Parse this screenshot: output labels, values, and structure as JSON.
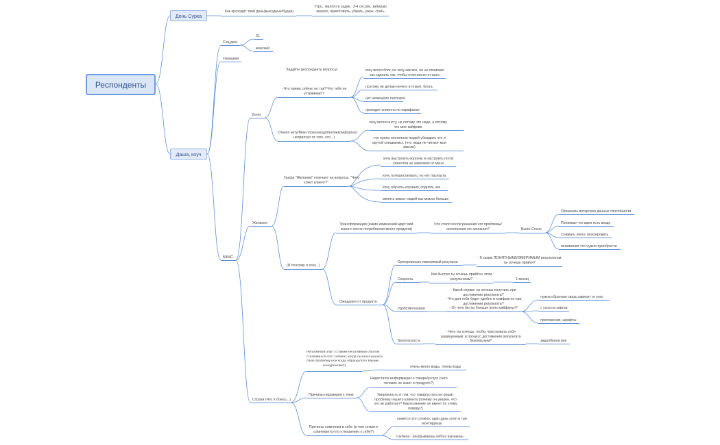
{
  "root": "Респонденты",
  "main": {
    "den_surka": "День Сурка",
    "dasha": "Даша, коуч"
  },
  "den_surka": {
    "q": "Как проходит твой день(выходные/будни)",
    "a": "Утро,  малого в садик,  3-4 сессии, забираю\nмалого, приготовить, убрать, ужин, спать"
  },
  "dasha": {
    "socdem": "Соц.дем",
    "age": "31",
    "gender": "женский",
    "country": "Германия",
    "bjks": "БЖКС"
  },
  "bjks": {
    "boli": "Боли",
    "zhelaniya": "Желания",
    "strahi": "Страхи (Что я боюсь...)"
  },
  "boli": {
    "prompt": "Задайте респонденту вопросы:",
    "q1": "- Что прямо сейчас не так? Что тебя не\nустраивает?",
    "q1_answers": [
      "хочу вести блог, не хочу как все, но не понимаю\nкак сделать так, чтобы отличаться от всех",
      "поэтому не делаю ничего в плане, блога",
      "нет немецкого паспорта",
      "приходят клиенты по сарафанке"
    ],
    "q2": "О'меня нету/Мне плохо/неудобно/некомфортно/\nнеприятно от того, что...)",
    "q2_answers": [
      "хочу вести инсту, не потому что надо, а потому\nчто мне кайфово",
      "что нужно постоянно людей убеждать что я\nкрутой специалист. (что люди не читают мои\nмысли)"
    ]
  },
  "zhelaniya": {
    "grafa": "Графа \"Желания\" отвечает на вопросы: \"Чего\nхочет клиент?\"",
    "grafa_answers": [
      "хочу выстроить воронку и настроить поток\nклиентов не зависимо от меня",
      "хочу путешествовать, но нет паспорта",
      "хочу обучать коучингу, поднять чек",
      "менять жизни людей как можно больше"
    ],
    "potomu": "(И поэтому я хочу...)",
    "transformation": "Трансформация (какие изменений ждет мой\nклиент после потребления моего продукта)",
    "chto_stalo": "Что стало после решения его проблемы/\nисполнения его желания?",
    "bylo_stalo": "Было-Стало",
    "bylo_stalo_items": [
      "Прокачать ветерская данные способности",
      "Понимаю что идеи есть везде",
      "Снимать легко, монтировать",
      "понимание что нужно приобрести"
    ],
    "ozhidaniya": "Ожидания от продукта",
    "criteria": "Критериально-измеримый результат",
    "criteria_q": "- К каким ПОНЯТНЫМ/ИЗМЕРИМЫМ результатам\nты хочешь прийти?",
    "speed": "Скорость",
    "speed_q": "Как быстро ты хочешь прийти к этим\nрезультатам?",
    "speed_a": "1 месяц",
    "convenience": "Удобство/сервис",
    "convenience_q": "- Какой сервис ты хочешь получить при\nдостижении результата?\n- Что для тебя будет удобно и комфортно при\nдостижении результата?\n- От чего бы ты больше всего кайфанул?",
    "convenience_answers": [
      "нужна обратная связь зависит от кого",
      "с утра на завтра",
      "приложения, шрифты"
    ],
    "safety": "Безопасность",
    "safety_q": "- Чего ты хочешь, чтобы чувствовать себя\nзащищенным, в процесс достижения результата\nбезопасным?",
    "safety_a": "задолбнали рек"
  },
  "strahi": {
    "neg": "Негативный опыт (с каким негативным опытом\nсталкивался этот сегмент, когда пытался решить\nсвою проблему или когда обращался к вашим\nконкурентам?)",
    "neg_a": "очень много воды, тонны воды",
    "nedoverie": "Причины недоверия к теме",
    "nedoverie_answers": [
      "Недостаток информации о товаре/услуге (чего\nчеловек не знает о продукте?)",
      "Уверенность в том, что товар/услуга не решит\nпроблему нашего клиента (почему он уверен, что\nэто не работает? Какое мнение он имеет по этому\nповоду?)"
    ],
    "somnenie": "Причины сомнения в себе (в чем сегмент\nсомневается по отношению к себе?)",
    "somnenie_answers": [
      "кажется это сложно, один день снял и три\nмонтируешь",
      "глубина - раскрываешь себя и изучаешь"
    ]
  }
}
